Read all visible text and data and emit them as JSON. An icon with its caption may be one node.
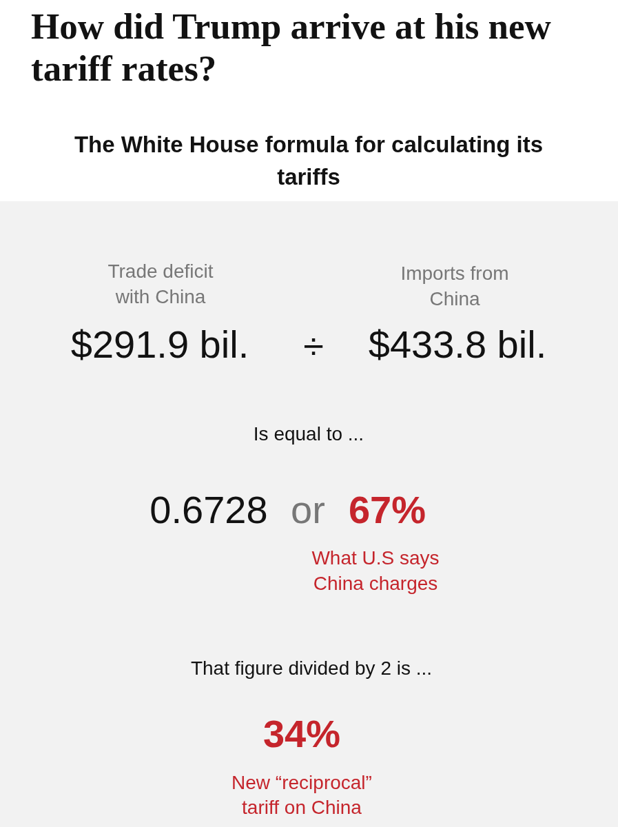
{
  "diagram": {
    "title": "How did Trump arrive at his new tariff rates?",
    "nodes": [
      {
        "text": [
          "Trade deficit with China",
          "Imports from China",
          "$291.9 bil.",
          "÷",
          "$433.8 bil.",
          "Is equal to ...",
          "0.6728",
          "or",
          "67%",
          "What U.S says China charges",
          "That figure divided by 2 is ...",
          "34%",
          "New “reciprocal” tariff on China"
        ]
      }
    ],
    "labels": [
      "The White House formula for calculating its tariffs"
    ]
  }
}
